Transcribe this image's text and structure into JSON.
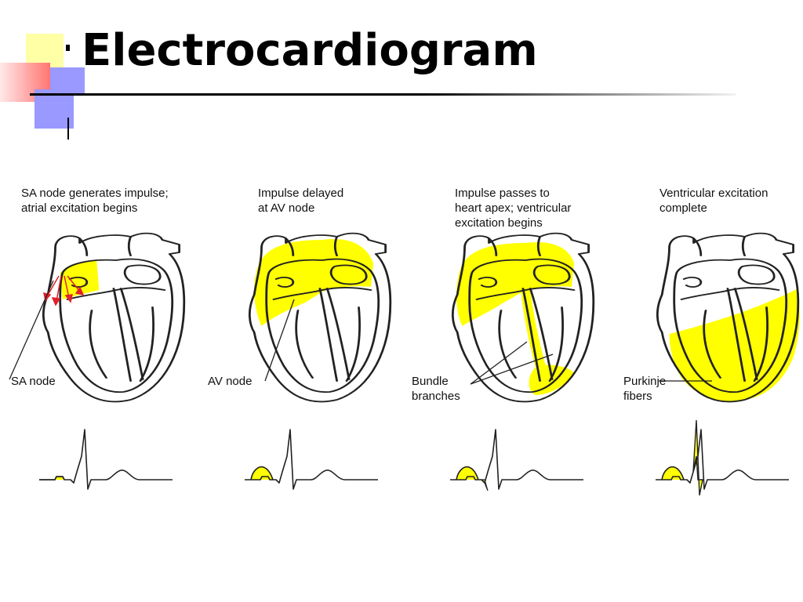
{
  "slide": {
    "title": "Electrocardiogram",
    "colors": {
      "highlight": "#ffff00",
      "outline": "#222222",
      "arrow": "#e0202a",
      "bullet_yellow": "#ffffa6",
      "bullet_pink": "#ff6e6e",
      "bullet_blue": "#9999ff"
    }
  },
  "panels": [
    {
      "caption": "SA node generates impulse;\natrial excitation begins",
      "structure_label": "SA node"
    },
    {
      "caption": "Impulse delayed\nat AV node",
      "structure_label": "AV node"
    },
    {
      "caption": "Impulse passes to\nheart apex; ventricular\nexcitation begins",
      "structure_label": "Bundle\nbranches"
    },
    {
      "caption": "Ventricular excitation\ncomplete",
      "structure_label": "Purkinje\nfibers"
    }
  ]
}
